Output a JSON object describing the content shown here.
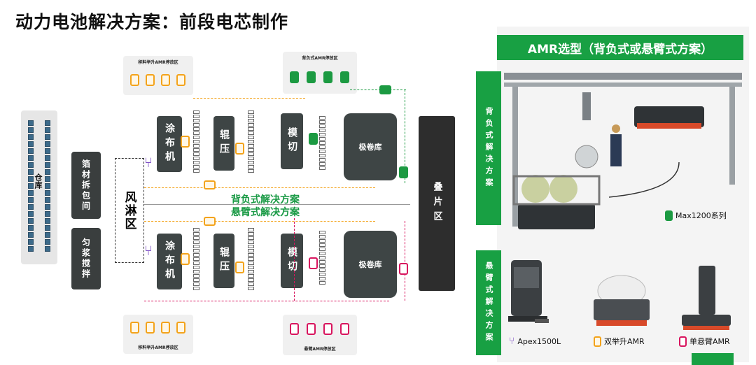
{
  "title": "动力电池解决方案：前段电芯制作",
  "warehouse": {
    "label": "仓库"
  },
  "left_boxes": {
    "foil": "箔材拆包间",
    "mix": "匀浆搅拌"
  },
  "wind_zone": "风淋区",
  "machines": {
    "coat_top": "涂布机",
    "roll_top": "辊压",
    "cut_top": "模切",
    "store_top": "极卷库",
    "coat_bot": "涂布机",
    "roll_bot": "辊压",
    "cut_bot": "模切",
    "store_bot": "极卷库"
  },
  "stack_zone": "叠片区",
  "zones": {
    "top_left": "移料举升AMR停放区",
    "top_mid": "背负式AMR停放区",
    "bot_left": "移料举升AMR停放区",
    "bot_mid": "悬臂AMR停放区"
  },
  "center_labels": {
    "line1": "背负式解决方案",
    "line2": "悬臂式解决方案"
  },
  "right": {
    "header": "AMR选型（背负式或悬臂式方案）",
    "tag_top": "背负式解决方案",
    "tag_bot": "悬臂式解决方案",
    "series_top": "Max1200系列",
    "products": [
      {
        "label": "Apex1500L",
        "icon": "forklift-icon"
      },
      {
        "label": "双举升AMR",
        "icon": "orange-amr-icon"
      },
      {
        "label": "单悬臂AMR",
        "icon": "pink-amr-icon"
      }
    ]
  },
  "colors": {
    "green": "#18a043",
    "orange": "#f3a31b",
    "pink": "#d8155e",
    "purple": "#7b4cc4",
    "dark": "#3e4545"
  }
}
